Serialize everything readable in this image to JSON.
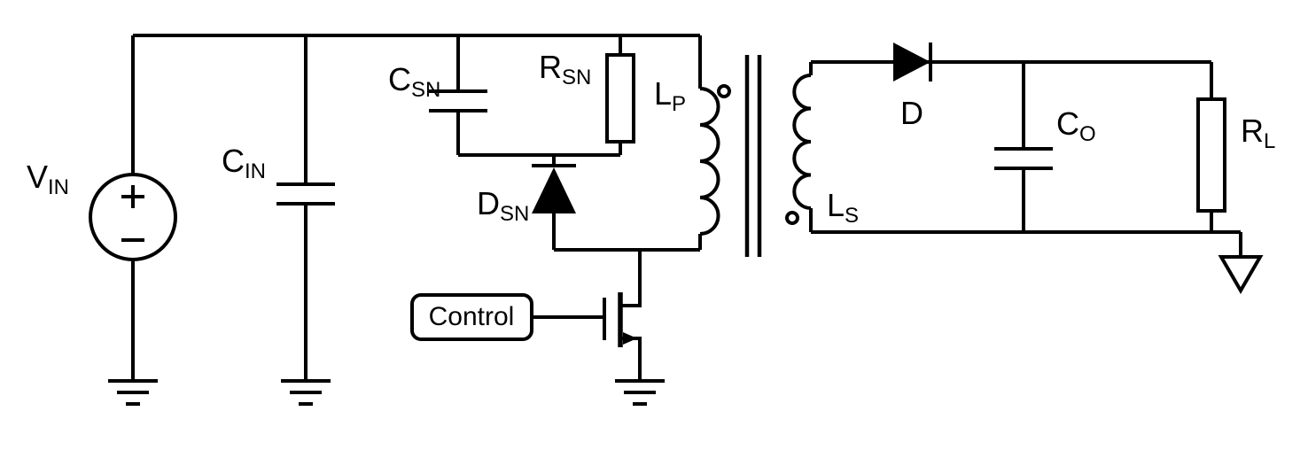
{
  "colors": {
    "stroke": "#000000",
    "background": "#ffffff"
  },
  "components": {
    "vin": {
      "name": "V",
      "sub": "IN",
      "kind": "voltage-source"
    },
    "cin": {
      "name": "C",
      "sub": "IN",
      "kind": "capacitor"
    },
    "csn": {
      "name": "C",
      "sub": "SN",
      "kind": "snubber-capacitor"
    },
    "rsn": {
      "name": "R",
      "sub": "SN",
      "kind": "snubber-resistor"
    },
    "dsn": {
      "name": "D",
      "sub": "SN",
      "kind": "snubber-diode"
    },
    "lp": {
      "name": "L",
      "sub": "P",
      "kind": "transformer-primary-winding"
    },
    "ls": {
      "name": "L",
      "sub": "S",
      "kind": "transformer-secondary-winding"
    },
    "d": {
      "name": "D",
      "sub": "",
      "kind": "output-diode"
    },
    "co": {
      "name": "C",
      "sub": "O",
      "kind": "output-capacitor"
    },
    "rl": {
      "name": "R",
      "sub": "L",
      "kind": "load-resistor"
    },
    "control": {
      "label": "Control",
      "kind": "control-block"
    }
  }
}
